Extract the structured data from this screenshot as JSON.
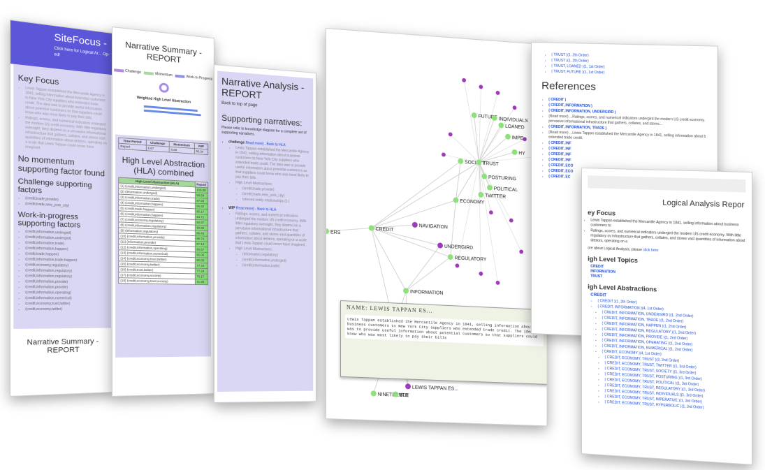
{
  "page1": {
    "title": "SiteFocus -",
    "subtitle": "Click here for Logical Ar... Op-ed!",
    "key_focus": "Key Focus",
    "no_momentum": "No momentum supporting factor found",
    "challenge": "Challenge supporting factors",
    "challenge_items": [
      "(credit,trade,provide)",
      "(credit,trade,new_york_city)"
    ],
    "wip": "Work-in-progress supporting factors",
    "wip_items": [
      "(credit,information,undergird)",
      "(credit,information,undergird)",
      "(credit,information,trade)",
      "(credit,information,happen)",
      "(credit,trade,happen)",
      "(credit,information,trade,happen)",
      "(credit,economy,regulatory)",
      "(credit,information,regulatory)",
      "(credit,information,regulatory)",
      "(credit,information,provide)",
      "(credit,information,provide)",
      "(credit,information,operating)",
      "(credit,information,numerical)",
      "(credit,economy,trust,twitter)",
      "(credit,economy,twitter)"
    ],
    "footer": "Narrative Summary - REPORT"
  },
  "page2": {
    "title": "Narrative Summary - REPORT",
    "legend": [
      "Challenge",
      "Momentum",
      "Work-In-Progress"
    ],
    "hla_chart_title": "Weighted High Level Abstraction",
    "table_headers": [
      "Time Period",
      "Challenge",
      "Momentum",
      "WIP"
    ],
    "table_row": [
      "Report",
      "6.67",
      "0.00",
      "86.34"
    ],
    "section": "High Level Abstraction (HLA) combined",
    "hla_header": [
      "High Level Abstraction (HLA)",
      "Report"
    ],
    "hla_rows": [
      [
        "(1) (credit,information,undergird)",
        "100.00"
      ],
      [
        "(2) (information,undergird)",
        "99.54"
      ],
      [
        "(3) (credit,information,trade)",
        "97.93"
      ],
      [
        "(4) (credit,information,happen)",
        "96.32"
      ],
      [
        "(5) (credit,trade,happen)",
        "95.17"
      ],
      [
        "(6) (credit,information,happen)",
        "94.71"
      ],
      [
        "(7) (credit,economy,regulatory)",
        "92.87"
      ],
      [
        "(8) (credit,information,regulatory)",
        "90.80"
      ],
      [
        "(9) (information,regulatory)",
        "89.43"
      ],
      [
        "(10) (credit,information,provide)",
        "88.74"
      ],
      [
        "(11) (information,provide)",
        "87.13"
      ],
      [
        "(12) (credit,information,operating)",
        "80.67"
      ],
      [
        "(13) (credit,information,numerical)",
        "80.06"
      ],
      [
        "(14) (credit,economy,trust,twitter)",
        "80.00"
      ],
      [
        "(15) (credit,economy,twitter)",
        "77.70"
      ],
      [
        "(16) (credit,trust,twitter)",
        "77.24"
      ],
      [
        "(17) (credit,economy,society)",
        "75.17"
      ],
      [
        "(18) (credit,economy,trust,society)",
        "71.95"
      ]
    ]
  },
  "page3": {
    "title": "Narrative Analysis - REPORT",
    "back": "Back to top of page",
    "section": "Supporting narratives:",
    "intro": "Please refer to knowledge diagram for a complete set of supporting narratives.",
    "items": [
      {
        "label": "challenge",
        "link": "Read more] - Back to HLA",
        "text": "Lewis Tappan established the Mercantile Agency in 1841, selling information about business customers to New York City suppliers who extended trade credit. The idea was to provide useful information about potential customers so that suppliers could know who was most likely to pay their bills.",
        "sub": "High Level Abstractions:",
        "subitems": [
          "(credit,trade,provide)",
          "(credit,trade,new_york_city)",
          "Inferred entity relationships (1)"
        ]
      },
      {
        "label": "WIP",
        "link": "Read more] - Back to HLA",
        "text": "Ratings, scores, and numerical indicators undergird the modern US credit economy. With little regulatory oversight, they depend on a pervasive informational infrastructure that gathers, collates, and stores vast quantities of information about debtors, operating on a scale that Lewis Tappan could never have imagined.",
        "sub": "High Level Abstractions:",
        "subitems": [
          "(information,regulatory)",
          "(credit,information,undergird)",
          "(credit,information,trade)"
        ]
      }
    ]
  },
  "graph": {
    "nodes": [
      "FUTURE",
      "INDIVIDUALS",
      "LOANED",
      "IMPE",
      "HY",
      "SOCIETY",
      "TRUST",
      "POSTURING",
      "POLITICAL",
      "TWITTER",
      "ECONOMY",
      "CREDIT",
      "NAVIGATION",
      "UNDERGIRD",
      "REGULATORY",
      "INFORMATION",
      "ERS",
      "LEWIS TAPPAN ES...",
      "NINETEENTH",
      "BLE"
    ],
    "popup_title": "NAME: LEWIS TAPPAN ES...",
    "popup_text": "Lewis Tappan established the Mercantile Agency in 1841, selling information about business customers to New York City suppliers who extended trade credit. The idea was to provide useful information about potential customers so that suppliers could know who was most likely to pay their bills"
  },
  "page5": {
    "top_items": [
      "( TRUST )(1. 2th Order)",
      "( TRUST )(1, 2th Order)",
      "( TRUST, LOANED )(1, 1st Order)",
      "( TRUST, FUTURE )(1, 1st Order)"
    ],
    "title": "References",
    "refs": [
      "( CREDIT )",
      "( CREDIT, INFORMATION )",
      "( CREDIT, INFORMATION, UNDERGIRD )",
      "(Read more) ...Ratings, scores, and numerical indicators undergird the modern US credit economy. pervasive informational infrastructure that gathers, collates, and stores...",
      "( CREDIT, INFORMATION, TRADE )",
      "(Read more) ...Lewis Tappan established the Mercantile Agency in 1841, selling information about b extended trade credit.",
      "( CREDIT, INF",
      "( CREDIT, INF",
      "( CREDIT, INF",
      "( CREDIT, INF",
      "( CREDIT, ECO",
      "( CREDIT, ECO",
      "( CREDIT, EC"
    ]
  },
  "page6": {
    "title": "Logical Analysis Repor",
    "key_focus": "ey Focus",
    "bullets": [
      "Lewis Tappan established the Mercantile Agency in 1841, selling information about business customers to",
      "Ratings, scores, and numerical indicators undergird the modern US credit economy. With little regulatory ov infrastructure that gathers, collates, and stores vast quantities of information about debtors, operating on a"
    ],
    "click_line": "ore about Logical Analysis, please",
    "click_link": "click here",
    "topics_h": "igh Level Topics",
    "topics": [
      "CREDIT",
      "INFORMATION",
      "TRUST"
    ],
    "abstractions_h": "igh Level Abstractions",
    "abs_root": "CREDIT",
    "abs_items": [
      "( CREDIT )(1, 2th Order)",
      "( CREDIT, INFORMATION )(4, 1st Order)",
      "( CREDIT, INFORMATION, UNDERGIRD )(1, 2nd Order)",
      "( CREDIT, INFORMATION, TRADE )(1, 2nd Order)",
      "( CREDIT, INFORMATION, HAPPEN )(1, 2nd Order)",
      "( CREDIT, INFORMATION, REGULATORY )(1, 2nd Order)",
      "( CREDIT, INFORMATION, PROVIDE )(1, 2nd Order)",
      "( CREDIT, INFORMATION, OPERATING )(1, 2nd Order)",
      "( CREDIT, INFORMATION, NUMERICAL )(1, 2nd Order)",
      "( CREDIT, ECONOMY )(4, 1st Order)",
      "( CREDIT, ECONOMY, TRUST )(3, 2nd Order)",
      "( CREDIT, ECONOMY, TRUST, TWITTER )(1, 3rd Order)",
      "( CREDIT, ECONOMY, TRUST, SOCIETY )(1, 3rd Order)",
      "( CREDIT, ECONOMY, TRUST, POSTURING )(1, 3rd Order)",
      "( CREDIT, ECONOMY, TRUST, POLITICAL )(1, 3rd Order)",
      "( CREDIT, ECONOMY, TRUST, REGULATORY )(1, 3rd Order)",
      "( CREDIT, ECONOMY, TRUST, INDIVIDUALS )(1, 3rd Order)",
      "( CREDIT, ECONOMY, TRUST, IMPERATIVE )(1, 3rd Order)",
      "( CREDIT, ECONOMY, TRUST, HYPERBOLIC )(1, 3rd Order)"
    ]
  }
}
